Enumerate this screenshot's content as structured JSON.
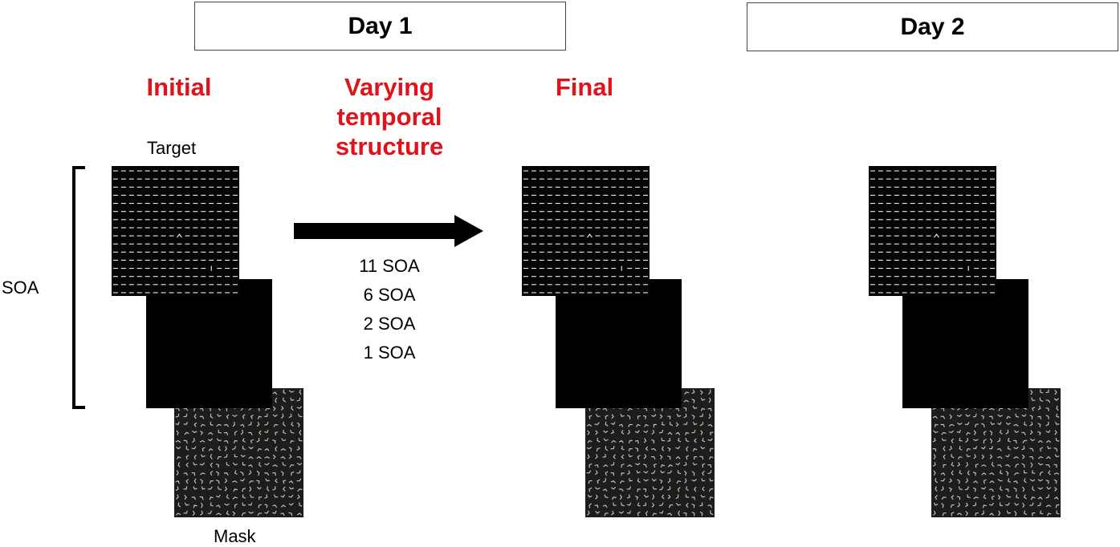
{
  "header": {
    "day1": "Day 1",
    "day2": "Day 2"
  },
  "phases": {
    "initial": "Initial",
    "varying": "Varying temporal structure",
    "final": "Final"
  },
  "labels": {
    "target": "Target",
    "mask": "Mask",
    "soa": "SOA"
  },
  "soa_conditions": [
    "11 SOA",
    "6 SOA",
    "2 SOA",
    "1 SOA"
  ],
  "colors": {
    "phase_text": "#e0131a",
    "target_bg": "#060606",
    "mask_bg": "#1b1e1b"
  }
}
